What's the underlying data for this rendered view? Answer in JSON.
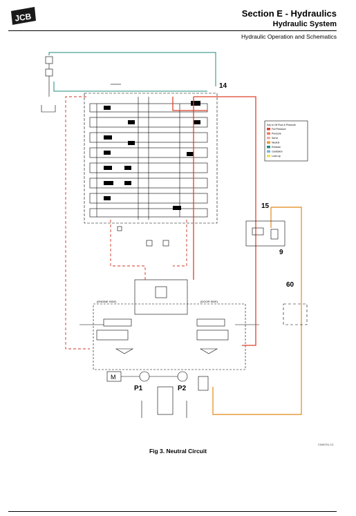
{
  "header": {
    "brand": "JCB",
    "section": "Section E - Hydraulics",
    "subsection": "Hydraulic System",
    "topic": "Hydraulic Operation and Schematics"
  },
  "colors": {
    "pressure_red": "#e0402a",
    "neutral_orange": "#e69a3a",
    "exhaust_green": "#1e8a7a",
    "dashed_red": "#d03020"
  },
  "schematic": {
    "callouts": [
      "14",
      "15",
      "9",
      "60"
    ],
    "labels": {
      "p1": "P1",
      "p2": "P2",
      "motor": "M",
      "engine_side": "(ENGINE SIDE)",
      "door_side": "(DOOR SIDE)"
    },
    "legend": {
      "title": "Key to Oil Flow & Pressure",
      "items": [
        {
          "label": "Full Pressure",
          "color": "#e0402a"
        },
        {
          "label": "Pressure",
          "color": "#f07a5a"
        },
        {
          "label": "Servo",
          "color": "#e8b0a0"
        },
        {
          "label": "Neutral",
          "color": "#e69a3a"
        },
        {
          "label": "Exhaust",
          "color": "#1e8a7a"
        },
        {
          "label": "Cavitation",
          "color": "#7fb0e0"
        },
        {
          "label": "Lock Up",
          "color": "#f2e04a"
        }
      ]
    }
  },
  "caption": "Fig 3. Neutral Circuit",
  "figure_ref": "C046701-C1"
}
